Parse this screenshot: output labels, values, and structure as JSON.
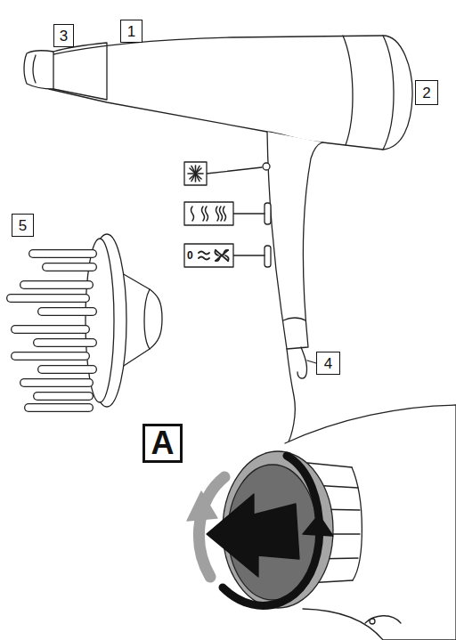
{
  "diagram": {
    "nodes": [
      {
        "text": [
          "3"
        ]
      },
      {
        "text": [
          "1"
        ]
      },
      {
        "text": [
          "2"
        ]
      },
      {
        "text": [
          "5"
        ]
      },
      {
        "text": [
          "4"
        ]
      },
      {
        "text": [
          "A"
        ]
      }
    ],
    "labels": [
      "0"
    ]
  }
}
